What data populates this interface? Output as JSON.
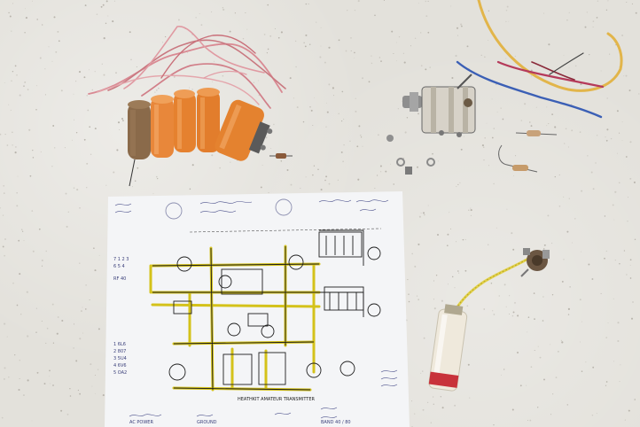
{
  "schematic": {
    "caption": "HEATHKIT AMATEUR TRANSMITTER",
    "notes_left": [
      "7 1 2 3",
      "6 5 4",
      "RF 40",
      "1 6L6",
      "2 807",
      "3 5U4",
      "4 6V6",
      "5 OA2"
    ],
    "notes_bottom": [
      "AC POWER",
      "GROUND",
      "BAND 40 / 80"
    ]
  },
  "colors": {
    "table": "#e3e1db",
    "paper": "#f4f5f7",
    "trace_highlight": "#d4c21a",
    "capacitor_orange": "#e8873a",
    "capacitor_brown": "#8a6a4a",
    "wire_pink": "#d98a93",
    "wire_blue": "#3b5fb5",
    "wire_yellow": "#e2b54a"
  },
  "objects": [
    "capacitor-bundle",
    "pink-wire-bundle",
    "rotary-switch",
    "loose-screws",
    "resistors",
    "colored-wires",
    "fuse-holder-with-yellow-lead",
    "panel-connector"
  ]
}
